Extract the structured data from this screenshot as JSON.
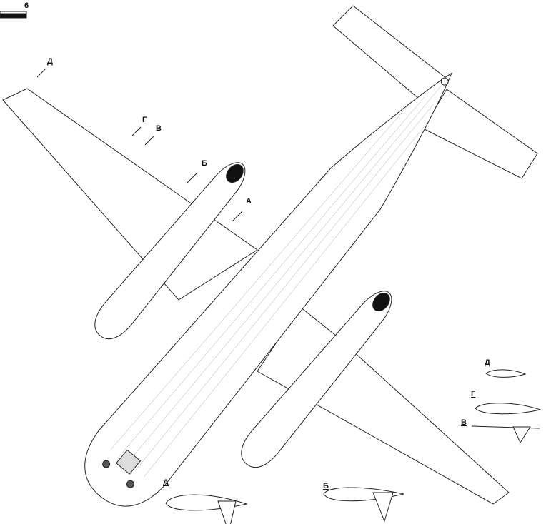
{
  "scale": {
    "label": "6"
  },
  "section_markers": [
    "Д",
    "Г",
    "В",
    "Б",
    "А"
  ],
  "section_views": [
    {
      "label": "А"
    },
    {
      "label": "Б"
    },
    {
      "label": "Д"
    },
    {
      "label": "Г"
    },
    {
      "label": "В"
    }
  ],
  "colors": {
    "line": "#222222",
    "fill": "#ffffff",
    "dark": "#111111"
  }
}
